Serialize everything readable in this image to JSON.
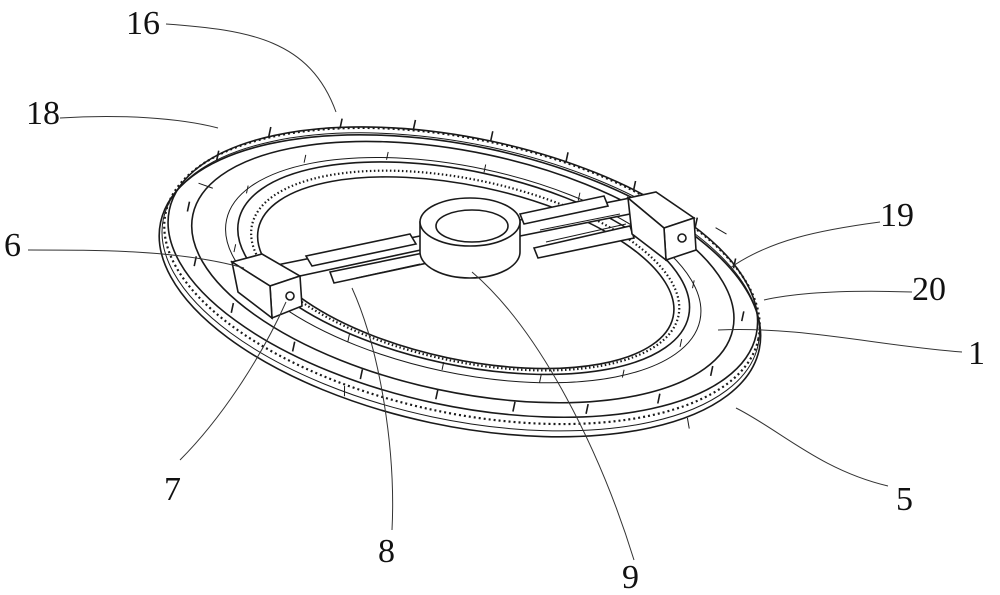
{
  "labels": {
    "l16": "16",
    "l18": "18",
    "l6": "6",
    "l19": "19",
    "l20": "20",
    "l1": "1",
    "l7": "7",
    "l8": "8",
    "l9": "9",
    "l5": "5"
  },
  "colors": {
    "ink": "#1a1a1a",
    "background": "#ffffff"
  }
}
